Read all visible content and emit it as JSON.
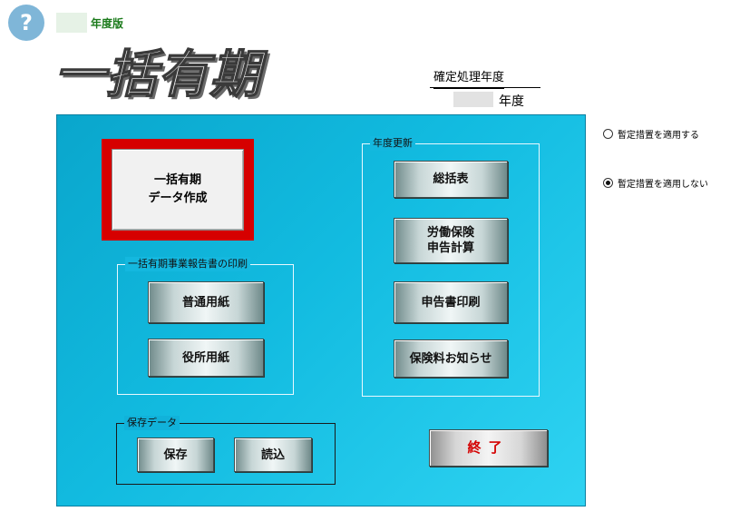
{
  "header": {
    "help_glyph": "?",
    "year_label": "年度版",
    "app_title": "一括有期",
    "fixed_year_label": "確定処理年度",
    "fixed_year_suffix": "年度"
  },
  "main": {
    "create_button": "一括有期\nデータ作成",
    "print_group": {
      "title": "一括有期事業報告書の印刷",
      "plain_paper": "普通用紙",
      "office_paper": "役所用紙"
    },
    "save_group": {
      "title": "保存データ",
      "save": "保存",
      "load": "読込"
    },
    "year_update_group": {
      "title": "年度更新",
      "summary": "総括表",
      "labor_insurance": "労働保険\n申告計算",
      "declaration_print": "申告書印刷",
      "insurance_notice": "保険料お知らせ"
    },
    "exit_button": "終了"
  },
  "options": {
    "apply": "暫定措置を適用する",
    "not_apply": "暫定措置を適用しない",
    "selected": "not_apply"
  },
  "colors": {
    "panel": "#12bbe0",
    "highlight_border": "#d60000",
    "exit_text": "#d40000",
    "year_label": "#1a7a1a"
  }
}
